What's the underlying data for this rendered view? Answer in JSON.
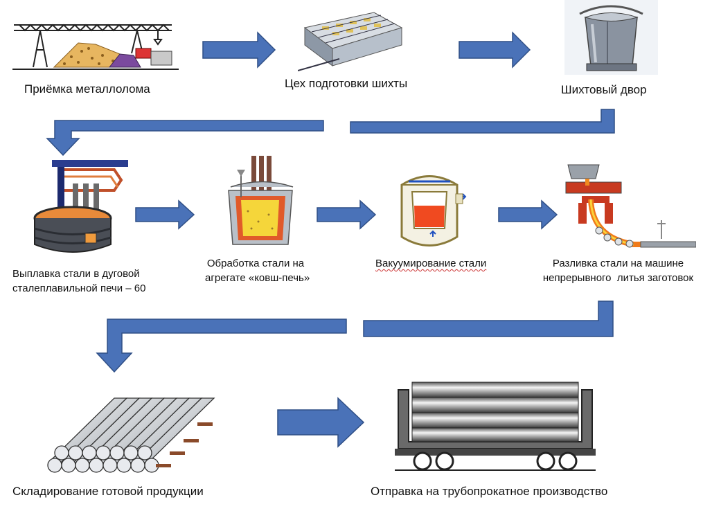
{
  "colors": {
    "arrow_fill": "#4a72b8",
    "arrow_stroke": "#2f4f86",
    "molten": "#f07a1a",
    "steel": "#8c939c",
    "frame": "#3b4a5f"
  },
  "stages": [
    {
      "label": "Приёмка металлолома",
      "icon": "scrap-yard-crane-icon"
    },
    {
      "label": "Цех подготовки шихты",
      "icon": "charge-prep-shop-icon"
    },
    {
      "label": "Шихтовый двор",
      "icon": "charge-bucket-icon"
    },
    {
      "label_line1": "Выплавка стали в дуговой",
      "label_line2": "сталеплавильной печи – 60",
      "icon": "arc-furnace-icon"
    },
    {
      "label_line1": "Обработка стали на",
      "label_line2": "агрегате «ковш-печь»",
      "icon": "ladle-furnace-icon"
    },
    {
      "label": "Вакуумирование стали",
      "icon": "vacuum-degasser-icon"
    },
    {
      "label_line1": "Разливка стали на машине",
      "label_line2": "непрерывного  литья заготовок",
      "icon": "continuous-caster-icon"
    },
    {
      "label": "Складирование готовой продукции",
      "icon": "billet-stack-icon"
    },
    {
      "label": "Отправка на трубопрокатное производство",
      "icon": "rail-wagon-icon"
    }
  ]
}
